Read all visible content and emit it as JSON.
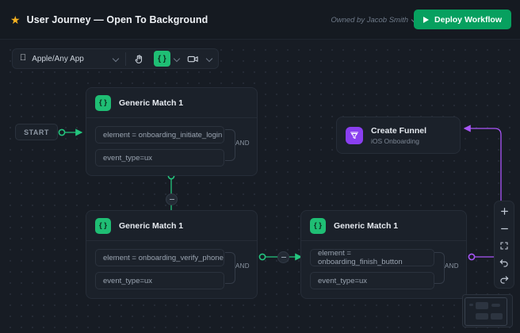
{
  "topbar": {
    "star_icon": "star-icon",
    "title": "User Journey — Open To Background",
    "owner": "Owned by Jacob Smith",
    "owner_chevron": "chevron-down-icon",
    "deploy_label": "Deploy Workflow",
    "deploy_icon": "play-icon",
    "accent_green": "#07a05f"
  },
  "toolbar": {
    "app_icon": "apple-icon",
    "app_label": "Apple/Any App",
    "app_chevron": "chevron-down-icon",
    "hand_tool": "hand-icon",
    "code_tool": "{ }",
    "code_chevron": "chevron-down-icon",
    "video_tool": "video-camera-icon",
    "video_chevron": "chevron-down-icon",
    "active_tool_color": "#1fbe74"
  },
  "canvas": {
    "start_label": "START",
    "nodes": [
      {
        "id": "node-1",
        "badge": "{ }",
        "title": "Generic Match 1",
        "conditions": [
          "element = onboarding_initiate_login",
          "event_type=ux"
        ],
        "operator": "AND"
      },
      {
        "id": "node-2",
        "badge": "{ }",
        "title": "Generic Match 1",
        "conditions": [
          "element = onboarding_verify_phone",
          "event_type=ux"
        ],
        "operator": "AND"
      },
      {
        "id": "node-3",
        "badge": "{ }",
        "title": "Generic Match 1",
        "conditions": [
          "element = onboarding_finish_button",
          "event_type=ux"
        ],
        "operator": "AND"
      }
    ],
    "funnel_node": {
      "icon": "funnel-icon",
      "title": "Create Funnel",
      "subtitle": "iOS Onboarding",
      "color": "#8a3ff0"
    },
    "edge_colors": {
      "flow": "#24c57e",
      "funnel": "#a855f7"
    }
  },
  "view_controls": {
    "zoom_in": "+",
    "zoom_out": "−",
    "fit_icon": "fit-to-screen-icon",
    "undo_icon": "undo-icon",
    "redo_icon": "redo-icon"
  },
  "minimap": {
    "name": "minimap"
  }
}
